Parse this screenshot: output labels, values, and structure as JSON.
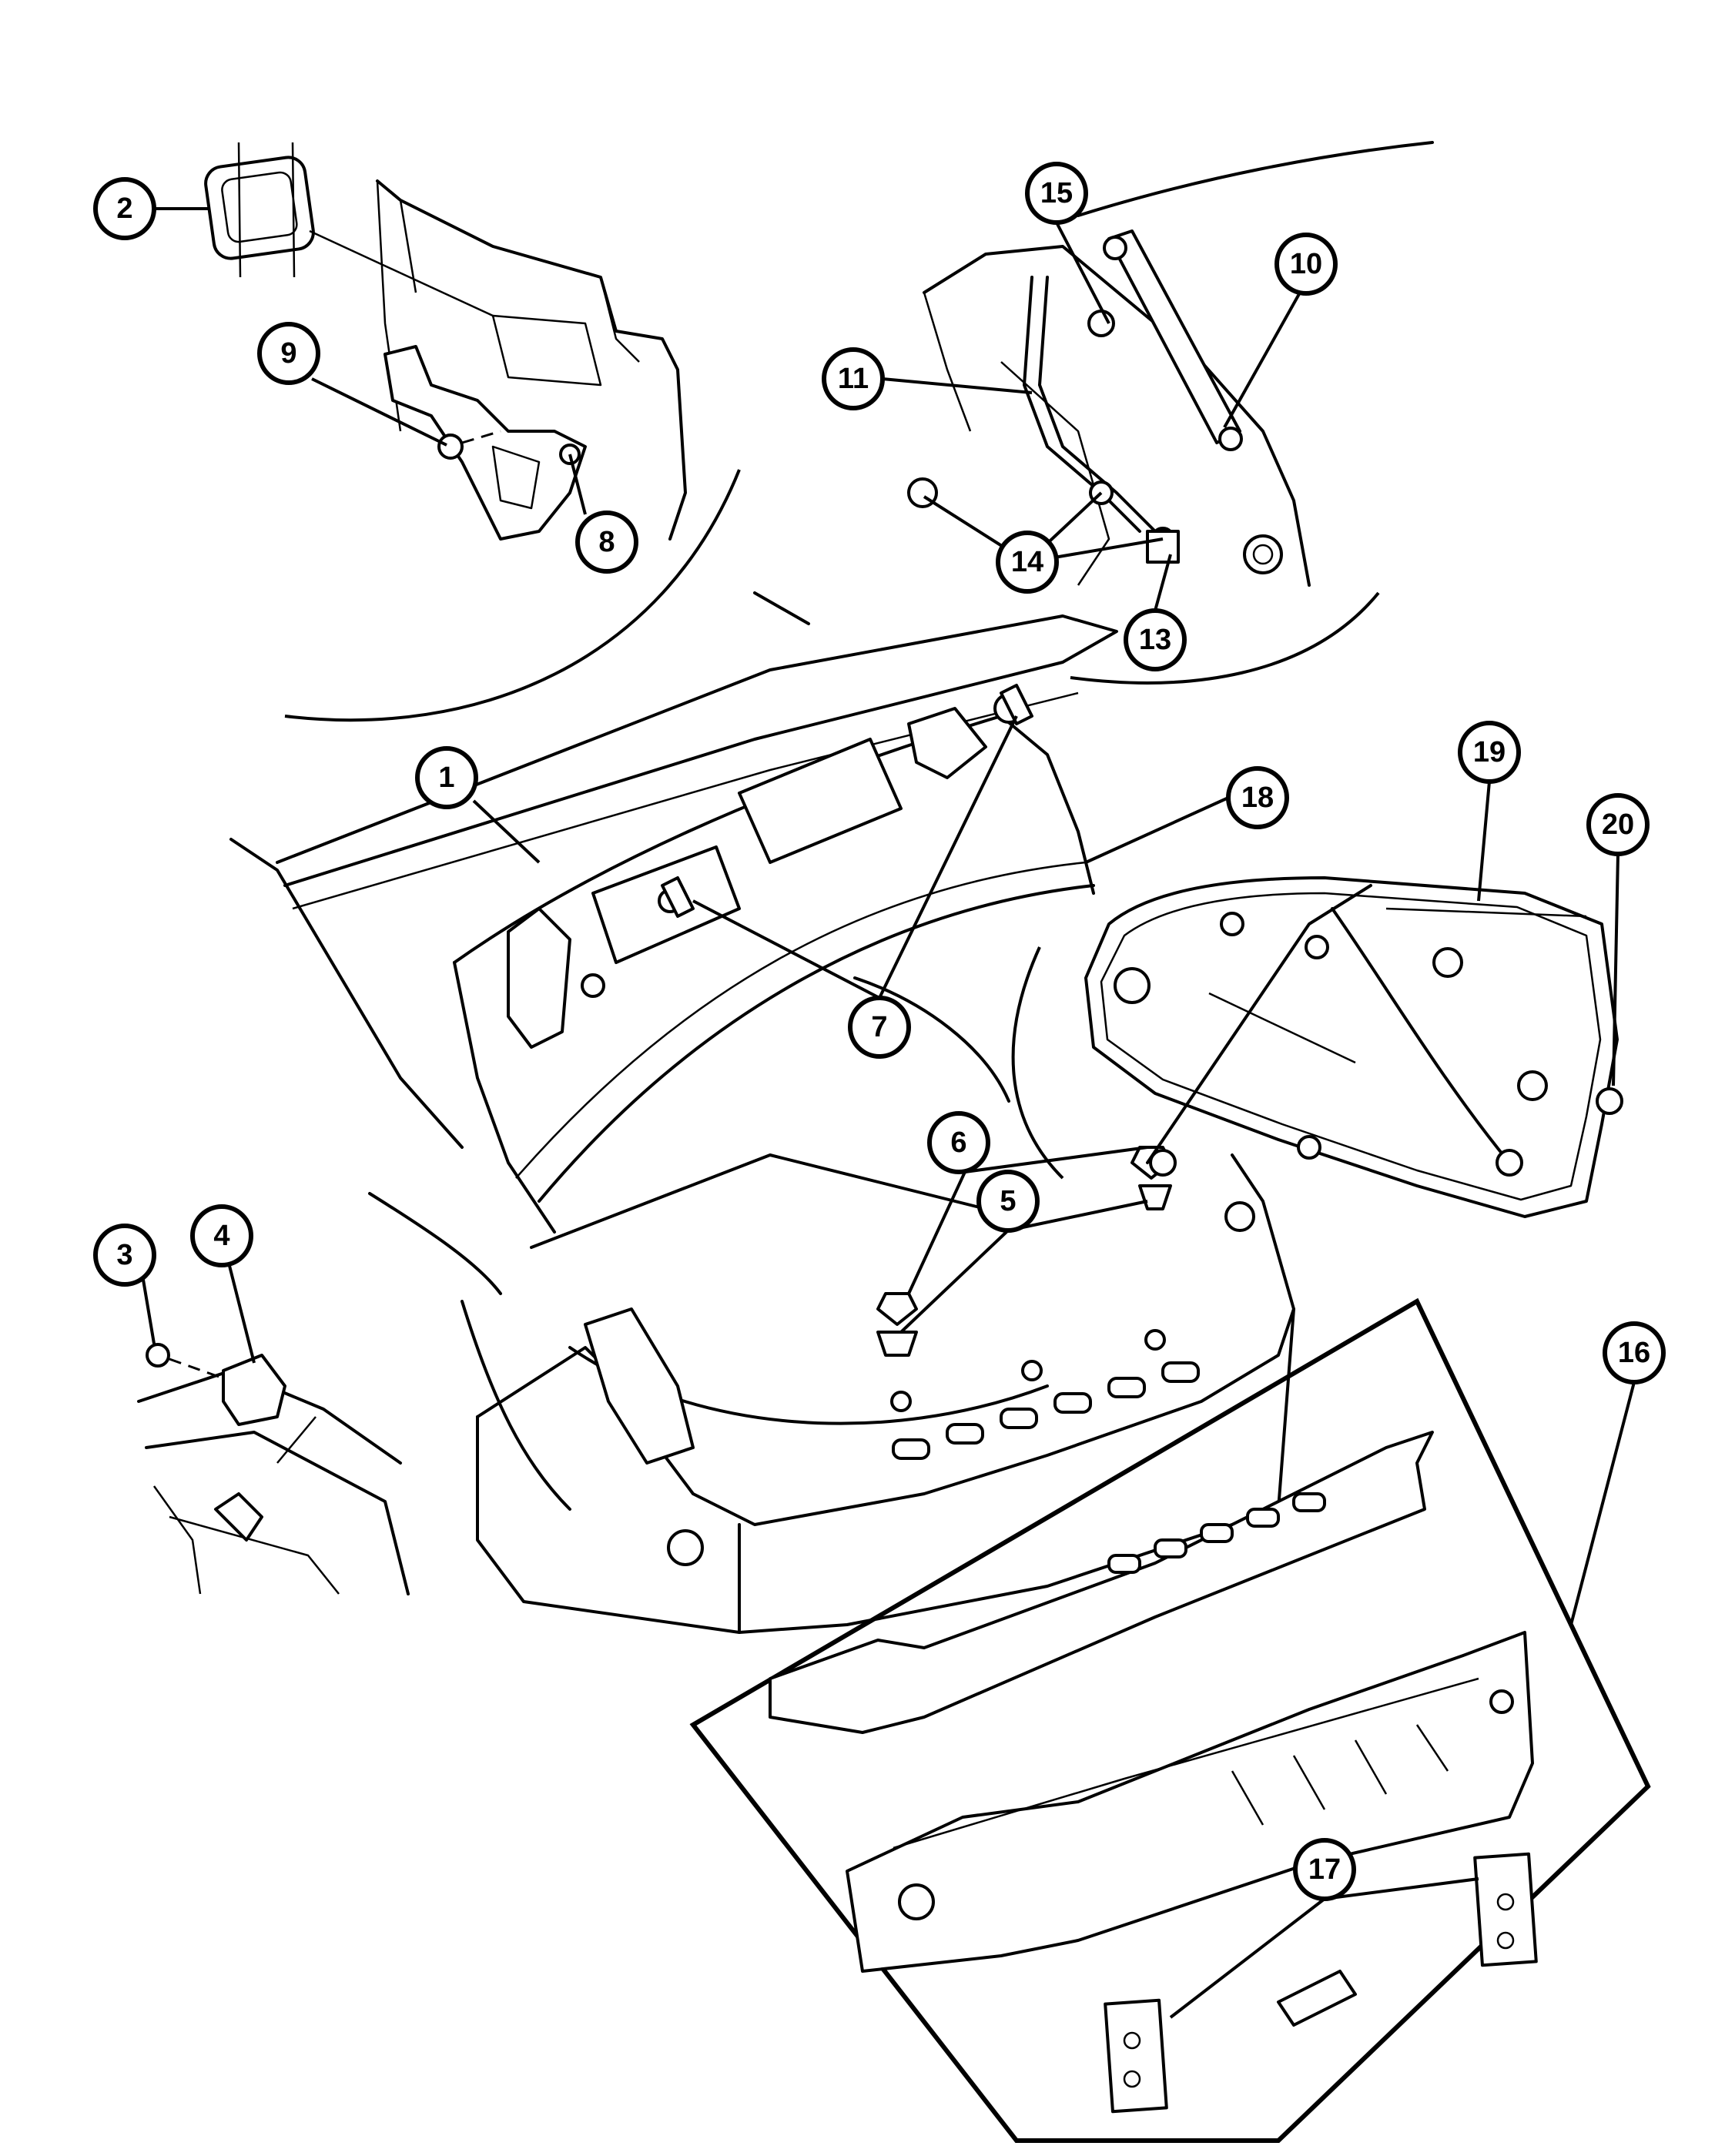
{
  "diagram": {
    "callouts": [
      {
        "id": "c1",
        "label": "1"
      },
      {
        "id": "c2",
        "label": "2"
      },
      {
        "id": "c3",
        "label": "3"
      },
      {
        "id": "c4",
        "label": "4"
      },
      {
        "id": "c5",
        "label": "5"
      },
      {
        "id": "c6",
        "label": "6"
      },
      {
        "id": "c7",
        "label": "7"
      },
      {
        "id": "c8",
        "label": "8"
      },
      {
        "id": "c9",
        "label": "9"
      },
      {
        "id": "c10",
        "label": "10"
      },
      {
        "id": "c11",
        "label": "11"
      },
      {
        "id": "c13",
        "label": "13"
      },
      {
        "id": "c14",
        "label": "14"
      },
      {
        "id": "c15",
        "label": "15"
      },
      {
        "id": "c16",
        "label": "16"
      },
      {
        "id": "c17",
        "label": "17"
      },
      {
        "id": "c18",
        "label": "18"
      },
      {
        "id": "c19",
        "label": "19"
      },
      {
        "id": "c20",
        "label": "20"
      }
    ]
  }
}
